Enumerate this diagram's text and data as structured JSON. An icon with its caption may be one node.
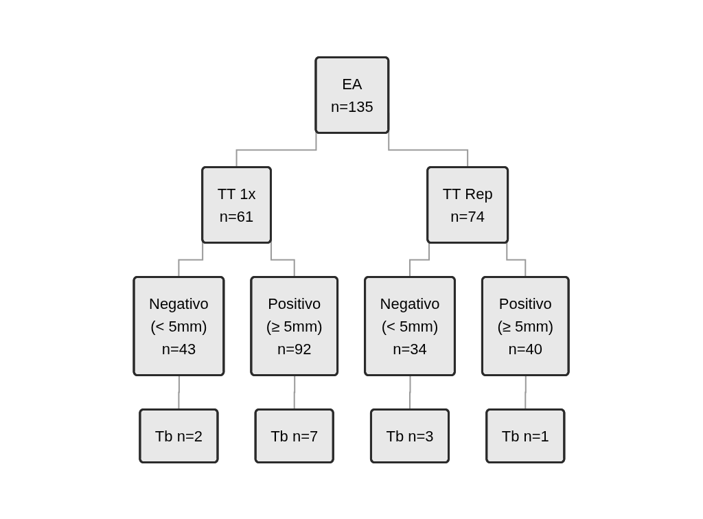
{
  "diagram": {
    "nodes": [
      {
        "text": [
          "EA",
          "n=135"
        ]
      },
      {
        "text": [
          "TT 1x",
          "n=61"
        ]
      },
      {
        "text": [
          "TT Rep",
          "n=74"
        ]
      },
      {
        "text": [
          "Negativo",
          "(< 5mm)",
          "n=43"
        ]
      },
      {
        "text": [
          "Positivo",
          "(≥ 5mm)",
          "n=92"
        ]
      },
      {
        "text": [
          "Negativo",
          "(< 5mm)",
          "n=34"
        ]
      },
      {
        "text": [
          "Positivo",
          "(≥ 5mm)",
          "n=40"
        ]
      },
      {
        "text": [
          "Tb n=2"
        ]
      },
      {
        "text": [
          "Tb n=7"
        ]
      },
      {
        "text": [
          "Tb n=3"
        ]
      },
      {
        "text": [
          "Tb n=1"
        ]
      }
    ],
    "edges": [
      {
        "from": 0,
        "to": 1,
        "arrow": "none"
      },
      {
        "from": 0,
        "to": 2,
        "arrow": "none"
      },
      {
        "from": 1,
        "to": 3,
        "arrow": "none"
      },
      {
        "from": 1,
        "to": 4,
        "arrow": "none"
      },
      {
        "from": 2,
        "to": 5,
        "arrow": "none"
      },
      {
        "from": 2,
        "to": 6,
        "arrow": "none"
      },
      {
        "from": 3,
        "to": 7,
        "arrow": "none"
      },
      {
        "from": 4,
        "to": 8,
        "arrow": "none"
      },
      {
        "from": 5,
        "to": 9,
        "arrow": "none"
      },
      {
        "from": 6,
        "to": 10,
        "arrow": "none"
      }
    ]
  }
}
